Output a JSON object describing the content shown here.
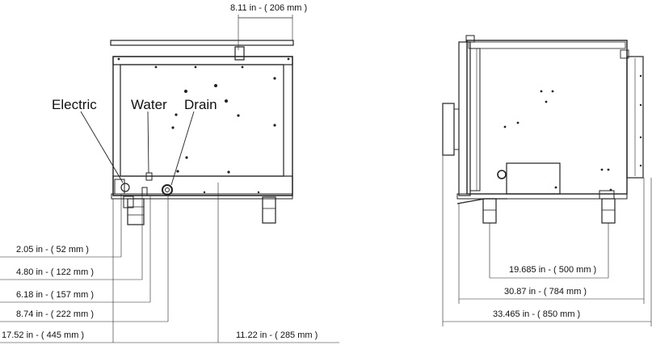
{
  "callouts": {
    "electric": "Electric",
    "water": "Water",
    "drain": "Drain"
  },
  "front_view": {
    "top_dimension": "8.11 in - ( 206 mm )",
    "left_dimensions": [
      "2.05 in - ( 52 mm )",
      "4.80 in - ( 122 mm )",
      "6.18 in - ( 157 mm )",
      "8.74 in - ( 222 mm )",
      "17.52 in - ( 445 mm )"
    ],
    "right_dimension": "11.22 in - ( 285 mm )"
  },
  "side_view": {
    "dimensions": [
      "19.685 in - ( 500 mm )",
      "30.87 in - ( 784 mm )",
      "33.465 in - ( 850 mm )"
    ]
  }
}
